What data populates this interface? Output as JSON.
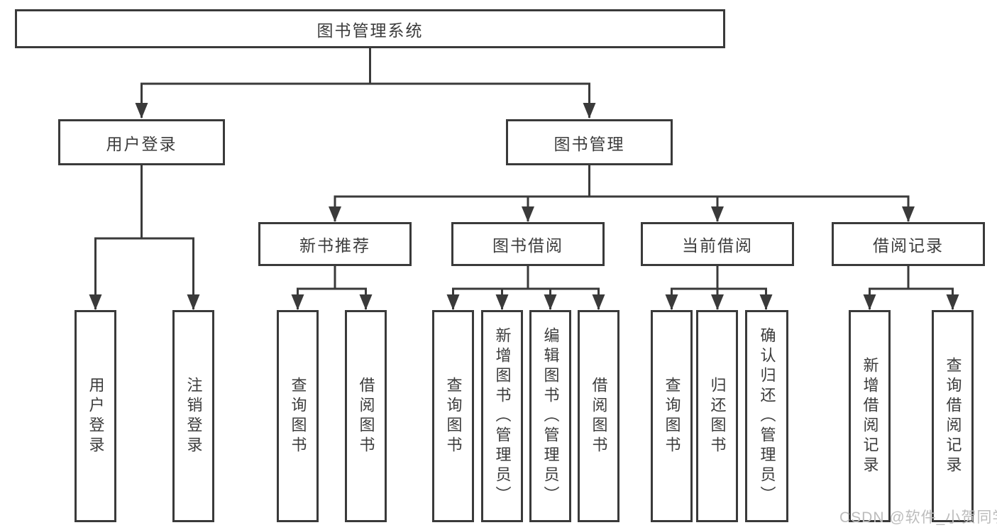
{
  "diagram": {
    "root": {
      "label": "图书管理系统"
    },
    "children": [
      {
        "label": "用户登录",
        "children": [
          {
            "label": "用户登录"
          },
          {
            "label": "注销登录"
          }
        ]
      },
      {
        "label": "图书管理",
        "children": [
          {
            "label": "新书推荐",
            "children": [
              {
                "label": "查询图书"
              },
              {
                "label": "借阅图书"
              }
            ]
          },
          {
            "label": "图书借阅",
            "children": [
              {
                "label": "查询图书"
              },
              {
                "label": "新增图书（管理员）"
              },
              {
                "label": "编辑图书（管理员）"
              },
              {
                "label": "借阅图书"
              }
            ]
          },
          {
            "label": "当前借阅",
            "children": [
              {
                "label": "查询图书"
              },
              {
                "label": "归还图书"
              },
              {
                "label": "确认归还（管理员）"
              }
            ]
          },
          {
            "label": "借阅记录",
            "children": [
              {
                "label": "新增借阅记录"
              },
              {
                "label": "查询借阅记录"
              }
            ]
          }
        ]
      }
    ]
  },
  "colors": {
    "line": "#3a3a3a",
    "text": "#3c3c3c",
    "watermark": "#bcbcbc"
  },
  "watermark": {
    "text": "CSDN @软件_小贺同学"
  }
}
